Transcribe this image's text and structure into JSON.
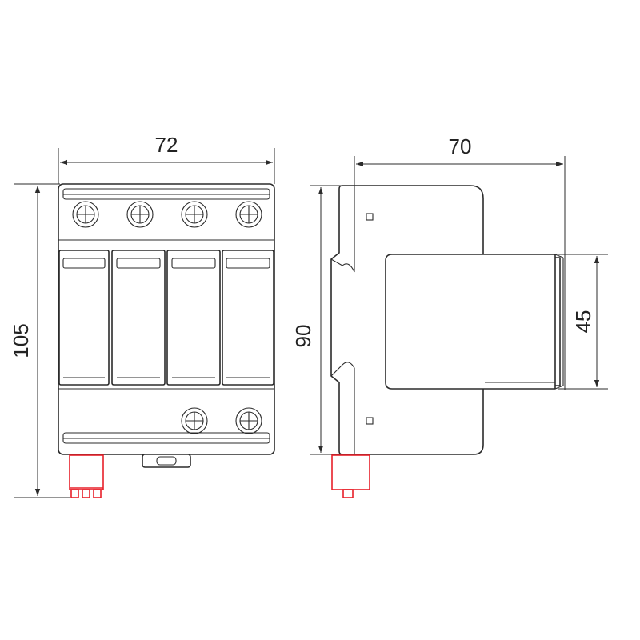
{
  "dimensions": {
    "front_width": "72",
    "front_height": "105",
    "side_depth": "70",
    "side_height": "90",
    "side_front_height": "45"
  },
  "colors": {
    "line": "#2b2b2b",
    "plug": "#e8202a"
  },
  "terminals": {
    "top_count": 4,
    "bottom_count": 2,
    "icon": "screw-terminal-icon"
  },
  "modules": {
    "count": 4
  }
}
